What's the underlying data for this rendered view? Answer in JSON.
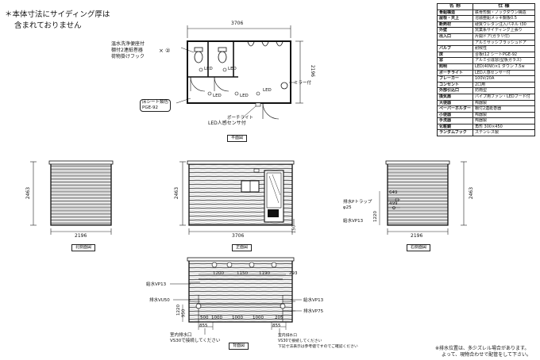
{
  "note_top": [
    "＊本体寸法にサイディング厚は",
    "含まれておりません"
  ],
  "spec_table": {
    "headers": [
      "名 称",
      "仕 様"
    ],
    "rows": [
      {
        "name": "骨組構造",
        "spec": "鉄骨形鋼・ノックダウン構造"
      },
      {
        "name": "屋根・天上",
        "spec": "溶融亜鉛メッキ鋼板0.5"
      },
      {
        "name": "断熱材",
        "spec": "硬質ウレタン注入パネル t30"
      },
      {
        "name": "外壁",
        "spec": "窯業系サイディング上張り"
      },
      {
        "name": "出入口",
        "spec": "片開ドア(ガラリ付)"
      },
      {
        "name": "",
        "spec": "アルミサッシフラッシュドア"
      },
      {
        "name": "バルブ",
        "spec": "耐候性"
      },
      {
        "name": "床",
        "spec": "合板t12 シートPGE-92"
      },
      {
        "name": "窓",
        "spec": "アルミ引違窓(型板ガラス)"
      },
      {
        "name": "照明",
        "spec": "LED(40W)×1 ダウン 7.5w"
      },
      {
        "name": "ポーチライト",
        "spec": "LED人感センサー付"
      },
      {
        "name": "ブレーカー",
        "spec": "100V/20A"
      },
      {
        "name": "コンセント",
        "spec": "2口用"
      },
      {
        "name": "外部引込口",
        "spec": "防雨型"
      },
      {
        "name": "換気扇",
        "spec": "パイプ用ファン・LEDフード付"
      },
      {
        "name": "大便器",
        "spec": "陶器製"
      },
      {
        "name": "ペーパーホルダー",
        "spec": "棚付2連紙巻器"
      },
      {
        "name": "小便器",
        "spec": "陶器製"
      },
      {
        "name": "手洗器",
        "spec": "陶器製"
      },
      {
        "name": "化粧鏡",
        "spec": "角形 300×450"
      },
      {
        "name": "ランダムフック",
        "spec": "ステンレス製"
      }
    ]
  },
  "plan": {
    "width_dim": "3706",
    "depth_dim": "2196",
    "fixtures_note": [
      "温水洗浄便座付",
      "棚付2連紙巻器",
      "荷物掛けフック"
    ],
    "fixtures_mult": "× ②",
    "floor_label": [
      "床シート類色",
      "PGE-92"
    ],
    "led": "LED",
    "mirror": "ミラー付",
    "porch": "ポーチライト",
    "sensor": "LED人感センサ付",
    "caption": "平面図"
  },
  "north": {
    "width_dim": "2196",
    "height_dim": "2463",
    "caption": "北側面図"
  },
  "front": {
    "width_dim": "3706",
    "height_dim": "2463",
    "base_dim": "150",
    "caption": "正面図"
  },
  "east": {
    "width_dim": "2196",
    "height_dim": "2463",
    "drain_trap": [
      "排水Pトラップ",
      "φ25"
    ],
    "vp": "給水VP13",
    "d1": "649",
    "d2": "499",
    "d3": "1220",
    "caption": "右側面図"
  },
  "back": {
    "caption": "背面図",
    "vp13": "給水VP13",
    "vu50": "排水VU50",
    "vp13b": "給水VP13",
    "vp75": "排水VP75",
    "dims_top": [
      "1200",
      "1150",
      "1190",
      "293"
    ],
    "dims_mid": [
      "500",
      "1000",
      "1000",
      "1000",
      "205"
    ],
    "dims_side": [
      "1220",
      "950"
    ],
    "d_left": "855",
    "d_right": "855",
    "note_left": [
      "室内排水口",
      "VS30で接続してください"
    ],
    "note_right": [
      "室内排水口",
      "VS30で接続してください",
      "下記寸法表示は参考値ですのでご確認ください"
    ]
  },
  "note_bottom": [
    "※排水位置は、多少ズレル場合があります。",
    "よって、現物合わせで配管をして下さい。"
  ]
}
